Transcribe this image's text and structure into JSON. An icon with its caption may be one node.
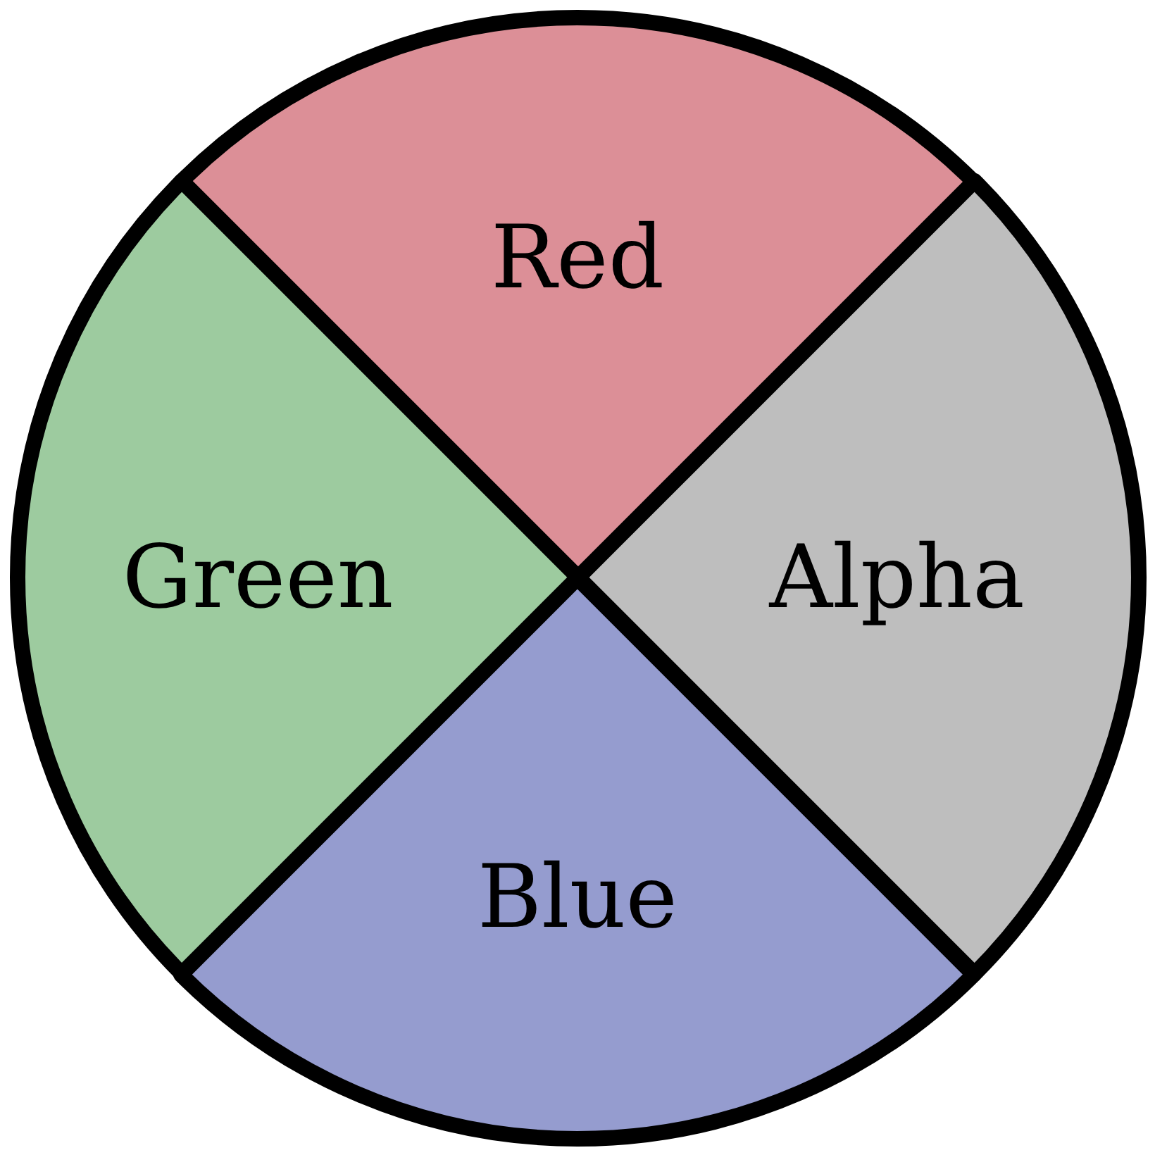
{
  "diagram": {
    "nodes": [
      {
        "text": [
          "Red"
        ]
      },
      {
        "text": [
          "Green"
        ]
      },
      {
        "text": [
          "Alpha"
        ]
      },
      {
        "text": [
          "Blue"
        ]
      }
    ]
  }
}
